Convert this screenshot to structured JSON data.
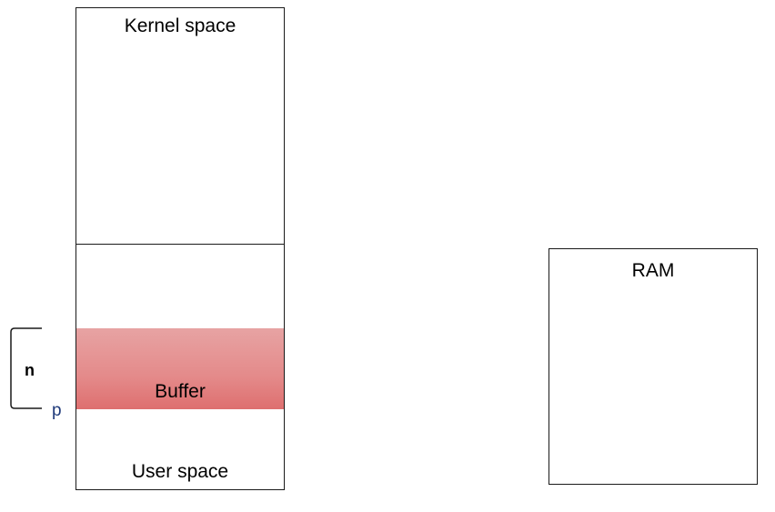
{
  "labels": {
    "kernel_space": "Kernel space",
    "buffer": "Buffer",
    "user_space": "User space",
    "ram": "RAM",
    "n": "n",
    "p": "p"
  },
  "colors": {
    "buffer_fill": "#e48a8a",
    "pointer_text": "#1f3a7a",
    "outline": "#1a1a1a"
  }
}
